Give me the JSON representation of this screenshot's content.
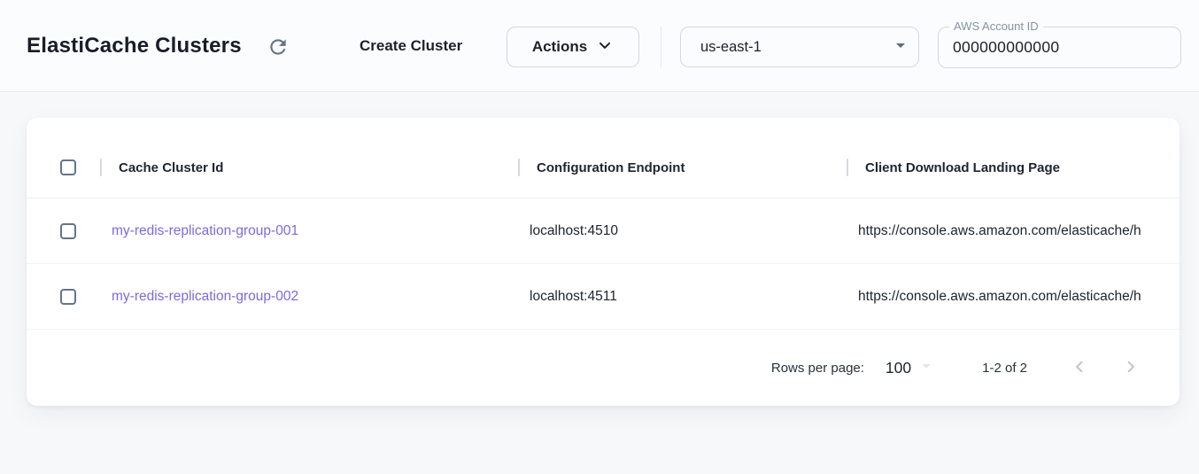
{
  "header": {
    "title": "ElastiCache Clusters",
    "create_button": "Create Cluster",
    "actions_button": "Actions",
    "region": "us-east-1",
    "account_field": {
      "label": "AWS Account ID",
      "value": "000000000000"
    }
  },
  "table": {
    "columns": [
      "Cache Cluster Id",
      "Configuration Endpoint",
      "Client Download Landing Page"
    ],
    "rows": [
      {
        "id": "my-redis-replication-group-001",
        "endpoint": "localhost:4510",
        "landing_page": "https://console.aws.amazon.com/elasticache/h"
      },
      {
        "id": "my-redis-replication-group-002",
        "endpoint": "localhost:4511",
        "landing_page": "https://console.aws.amazon.com/elasticache/h"
      }
    ]
  },
  "pagination": {
    "rows_per_page_label": "Rows per page:",
    "rows_per_page_value": "100",
    "range_label": "1-2 of 2"
  },
  "icons": {
    "refresh": "circular-arrow-clockwise",
    "actions_caret": "chevron-down",
    "region_caret": "triangle-down",
    "rows_per_page_caret": "triangle-down",
    "prev": "chevron-left",
    "next": "chevron-right",
    "checkbox": "unchecked-square"
  },
  "colors": {
    "accent_purple": "#7a6be0",
    "icon_gray": "#64748b",
    "border_gray": "#d4d8de",
    "disabled_chevron": "#c3c8ce",
    "card_bg": "#ffffff",
    "page_bg": "#f6f8fa"
  }
}
